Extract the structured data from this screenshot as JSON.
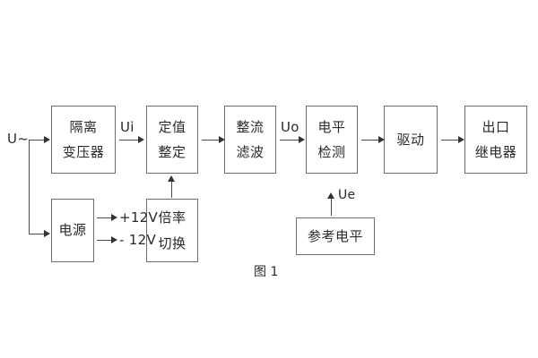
{
  "diagram": {
    "caption": "图 1",
    "input_label": "U~",
    "blocks": [
      {
        "id": "isolation-transformer",
        "line1": "隔离",
        "line2": "变压器"
      },
      {
        "id": "setting-value",
        "line1": "定值",
        "line2": "整定"
      },
      {
        "id": "rectifier-filter",
        "line1": "整流",
        "line2": "滤波"
      },
      {
        "id": "level-detection",
        "line1": "电平",
        "line2": "检测"
      },
      {
        "id": "driver",
        "line1": "驱动",
        "line2": ""
      },
      {
        "id": "output-relay",
        "line1": "出口",
        "line2": "继电器"
      },
      {
        "id": "power-supply",
        "line1": "电源",
        "line2": ""
      },
      {
        "id": "multiplier-switch",
        "line1": "倍率",
        "line2": "切换"
      },
      {
        "id": "reference-level",
        "line1": "参考电平",
        "line2": ""
      }
    ],
    "signals": {
      "ui": "Ui",
      "uo": "Uo",
      "ue": "Ue",
      "rail_positive": "+12V",
      "rail_negative": "- 12V"
    },
    "colors": {
      "box_border": "#6f6f6f",
      "connector": "#4a4a4a",
      "text": "#2a2a2a",
      "background": "#ffffff"
    }
  }
}
